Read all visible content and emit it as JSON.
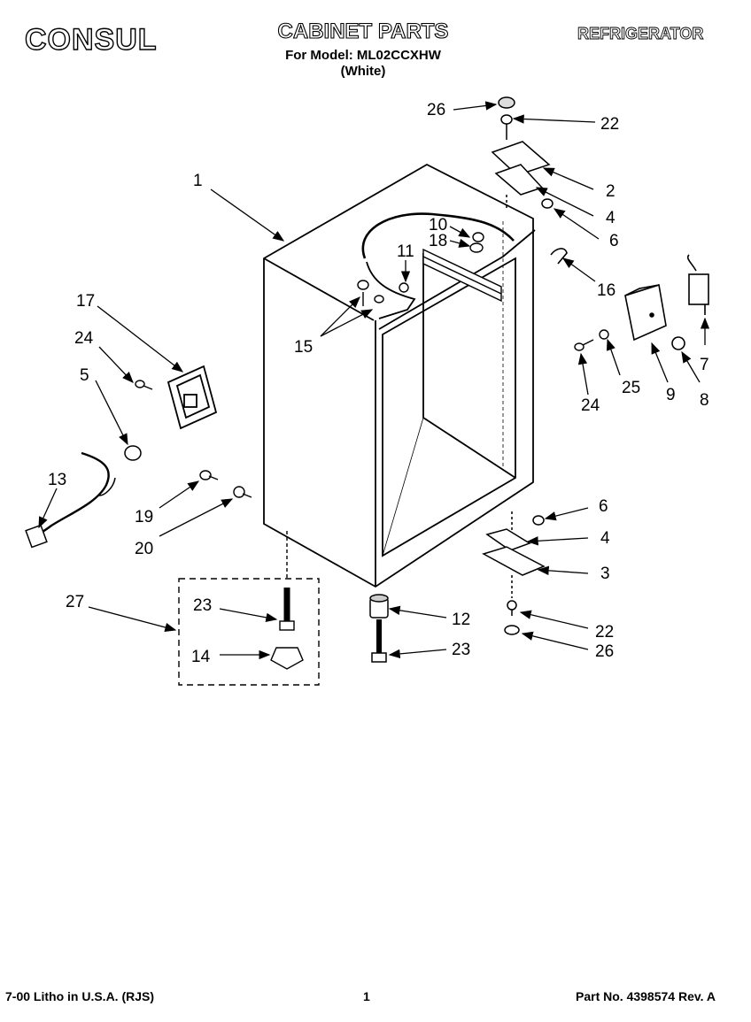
{
  "header": {
    "brand": "CONSUL",
    "title": "CABINET PARTS",
    "model_line": "For Model: ML02CCXHW",
    "color_line": "(White)",
    "category": "REFRIGERATOR"
  },
  "callouts": [
    "1",
    "2",
    "3",
    "4",
    "4",
    "5",
    "6",
    "6",
    "7",
    "8",
    "9",
    "10",
    "11",
    "12",
    "13",
    "14",
    "15",
    "16",
    "17",
    "18",
    "19",
    "20",
    "22",
    "22",
    "23",
    "23",
    "24",
    "24",
    "25",
    "26",
    "26",
    "27"
  ],
  "footer": {
    "litho": "7-00 Litho in U.S.A. (RJS)",
    "page": "1",
    "part_no": "Part No. 4398574 Rev. A"
  }
}
